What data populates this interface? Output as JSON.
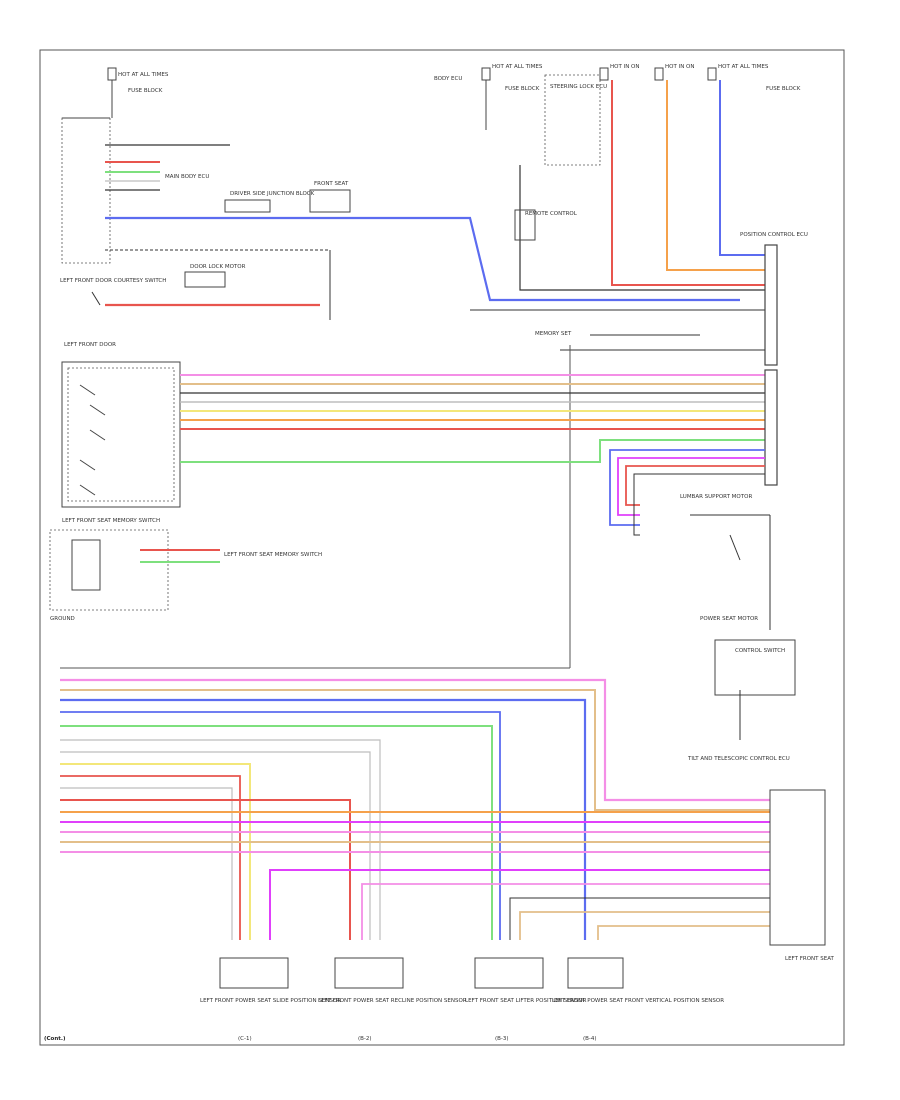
{
  "page_label": "(Cont.)",
  "colors": {
    "red": "#e8554e",
    "pink": "#f48fe6",
    "magenta": "#e040fb",
    "blue": "#5c6cf0",
    "green": "#7ee07e",
    "yellow": "#f3e77a",
    "orange": "#f5a14b",
    "tan": "#e3bf8a",
    "gray": "#bdbdbd",
    "black": "#333333"
  },
  "labels": {
    "hot_top_left": "HOT AT ALL TIMES",
    "hot_top_mid": "HOT AT ALL TIMES",
    "hot_top_r1": "HOT IN ON",
    "hot_top_r2": "HOT IN ON",
    "hot_top_r3": "HOT AT ALL TIMES",
    "fuse_left": "FUSE BLOCK",
    "fuse_mid": "FUSE BLOCK",
    "fuse_right": "FUSE BLOCK",
    "body_ecu": "BODY ECU",
    "main_body": "MAIN BODY ECU",
    "door_lock": "DRIVER SIDE JUNCTION BLOCK",
    "front_seat": "FRONT SEAT",
    "door_motor": "DOOR LOCK MOTOR",
    "left_front_door": "LEFT FRONT DOOR",
    "left_front_door_switch": "LEFT FRONT DOOR COURTESY SWITCH",
    "seat_memory_switch": "LEFT FRONT SEAT MEMORY SWITCH",
    "position_control": "POSITION CONTROL ECU",
    "power_seat_motor": "POWER SEAT MOTOR",
    "steering_lock": "STEERING LOCK ECU",
    "left_seat": "LEFT FRONT SEAT",
    "remote_ctrl": "REMOTE CONTROL",
    "memory_set": "MEMORY SET",
    "seat_slide": "LEFT FRONT POWER SEAT SLIDE POSITION SENSOR",
    "seat_recline": "LEFT FRONT POWER SEAT RECLINE POSITION SENSOR",
    "seat_lifter": "LEFT FRONT SEAT LIFTER POSITION SENSOR",
    "seat_tilt": "LEFT FRONT POWER SEAT FRONT VERTICAL POSITION SENSOR",
    "lumbar_motor": "LUMBAR SUPPORT MOTOR",
    "tilt_telescopic": "TILT AND TELESCOPIC CONTROL ECU",
    "control_switch": "CONTROL SWITCH",
    "seat_ecu_left": "LEFT FRONT SEAT MEMORY SWITCH",
    "ground": "GROUND",
    "ref_a": "(C-1)",
    "ref_b": "(B-2)",
    "ref_c": "(B-3)",
    "ref_d": "(B-4)"
  }
}
